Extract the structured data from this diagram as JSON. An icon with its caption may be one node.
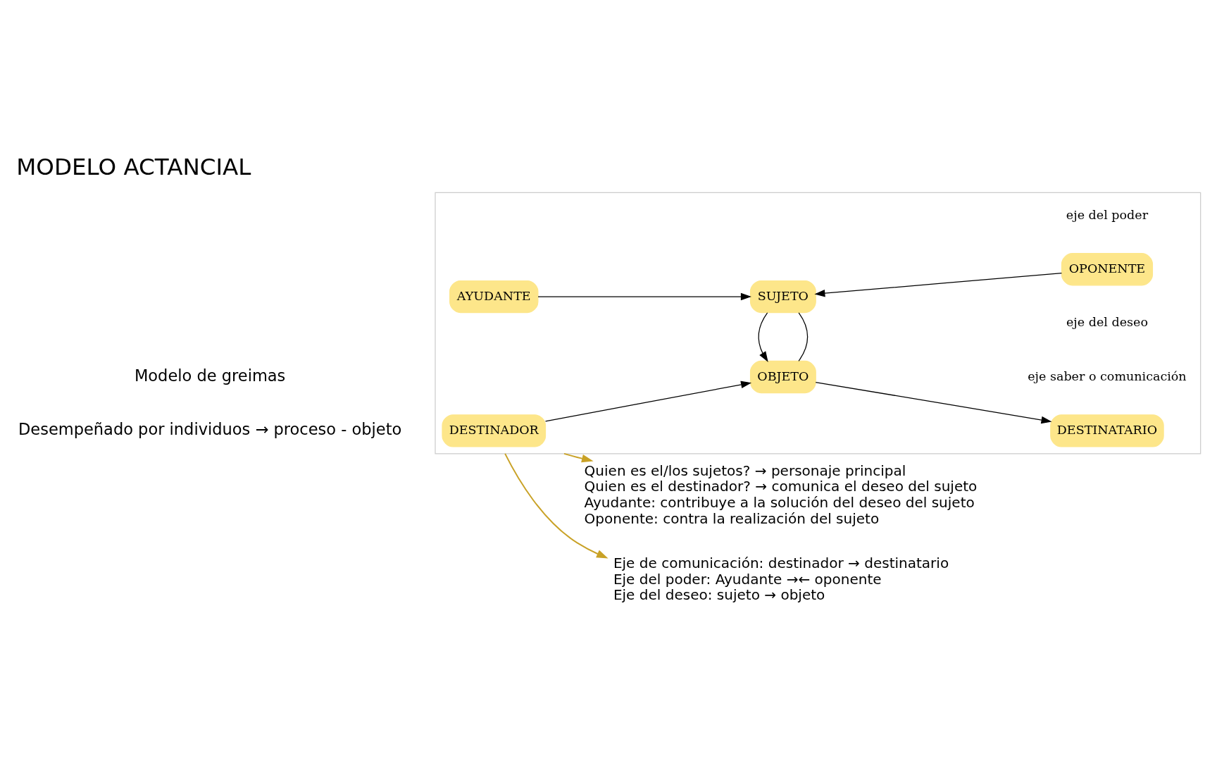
{
  "diagram": {
    "title": "MODELO ACTANCIAL",
    "nodes": [
      {
        "text": [],
        "shape": "box"
      },
      {
        "text": [
          "DESTINADOR"
        ],
        "in": 0
      },
      {
        "text": [
          "OBJETO"
        ],
        "in": 0
      },
      {
        "text": [
          "DESTINATARIO"
        ],
        "in": 0
      },
      {
        "text": [
          "AYUDANTE"
        ],
        "in": 0
      },
      {
        "text": [
          "SUJETO"
        ],
        "in": 0
      },
      {
        "text": [
          "OPONENTE"
        ],
        "in": 0
      },
      {
        "text": [
          "Quien es el/los sujetos? → personaje principal",
          "Quien es el destinador? → comunica el deseo del sujeto",
          "Ayudante: contribuye a la solución del deseo del sujeto",
          "Oponente: contra la realización del sujeto"
        ]
      },
      {
        "text": [
          "Eje de comunicación: destinador → destinatario",
          "Eje del poder: Ayudante →← oponente",
          "Eje del deseo: sujeto → objeto"
        ]
      }
    ],
    "edges": [
      {
        "from": 1,
        "to": 2,
        "arrow": "to"
      },
      {
        "from": 2,
        "to": 3,
        "arrow": "to"
      },
      {
        "from": 2,
        "to": 5,
        "arrow": "none"
      },
      {
        "from": 5,
        "to": 2,
        "arrow": "to"
      },
      {
        "from": 4,
        "to": 5,
        "arrow": "to"
      },
      {
        "from": 6,
        "to": 5,
        "arrow": "to"
      },
      {
        "from": 0,
        "to": 7,
        "arrow": "to",
        "color": "#c9a227"
      },
      {
        "from": 0,
        "to": 8,
        "arrow": "to",
        "color": "#c9a227"
      }
    ],
    "labels": [
      "Modelo de greimas",
      "Desempeñado por individuos → proceso - objeto",
      "eje saber o comunicación",
      "eje del deseo",
      "eje del poder"
    ]
  }
}
